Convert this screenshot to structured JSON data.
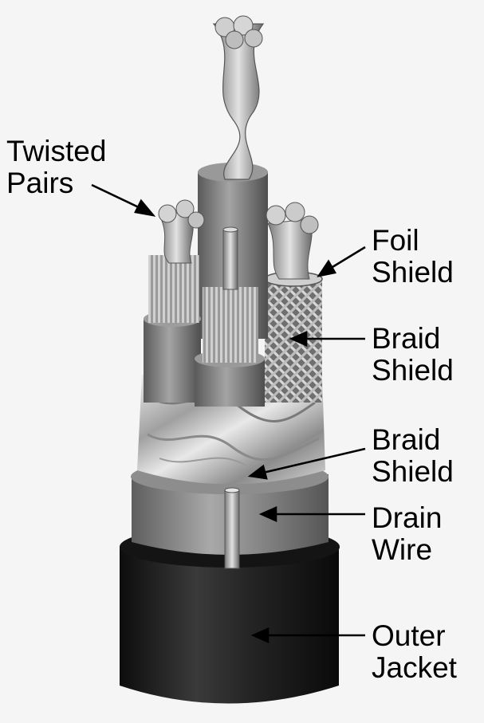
{
  "labels": {
    "twisted_pairs": [
      "Twisted",
      "Pairs"
    ],
    "foil_shield": [
      "Foil",
      "Shield"
    ],
    "braid_shield_1": [
      "Braid",
      "Shield"
    ],
    "braid_shield_2": [
      "Braid",
      "Shield"
    ],
    "drain_wire": [
      "Drain",
      "Wire"
    ],
    "outer_jacket": [
      "Outer",
      "Jacket"
    ]
  },
  "colors": {
    "label_text": "#000000",
    "jacket": "#1c1c1c",
    "conductor": "#b5b5b5",
    "insulation": "#8a8a8a",
    "foil": "#cfcfcf"
  }
}
